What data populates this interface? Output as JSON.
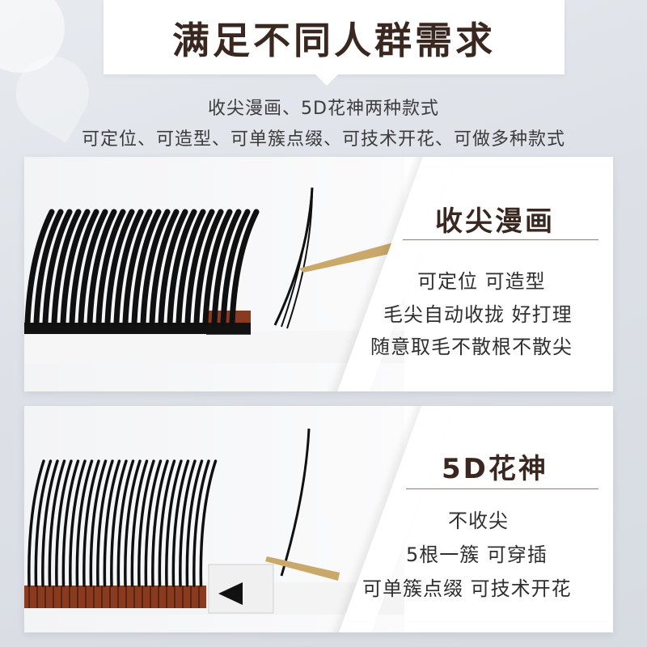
{
  "header": {
    "title": "满足不同人群需求",
    "subtitle_line1": "收尖漫画、5D花神两种款式",
    "subtitle_line2": "可定位、可造型、可单簇点缀、可技术开花、可做多种款式"
  },
  "products": [
    {
      "name": "收尖漫画",
      "features": [
        "可定位 可造型",
        "毛尖自动收拢 好打理",
        "随意取毛不散根不散尖"
      ]
    },
    {
      "name": "5D花神",
      "features": [
        "不收尖",
        "5根一簇 可穿插",
        "可单簇点缀 可技术开花"
      ]
    }
  ],
  "colors": {
    "heading_brown": "#3a2820",
    "lash_strip_brown": "#8a3a1e",
    "tweezer_gold": "#c9a86a",
    "background": "#dde1e7"
  }
}
